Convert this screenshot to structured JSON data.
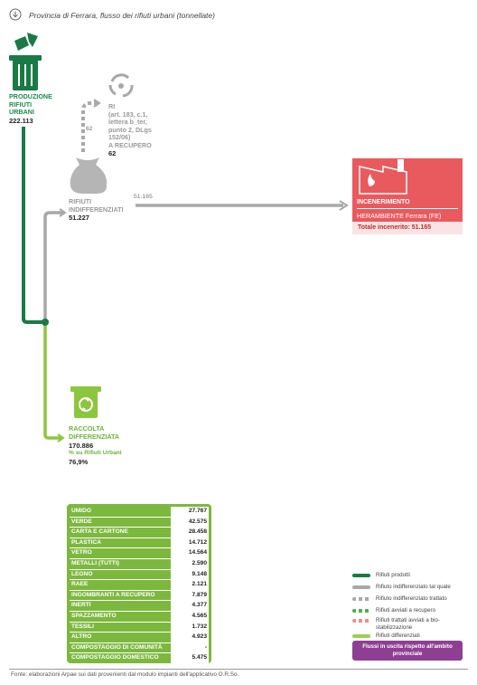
{
  "title": "Provincia di Ferrara, flusso dei rifiuti urbani (tonnellate)",
  "production": {
    "label_lines": [
      "PRODUZIONE",
      "RIFIUTI",
      "URBANI"
    ],
    "value": "222.113"
  },
  "recovery": {
    "label_lines": [
      "RI",
      "(art. 183, c.1,",
      "lettera b_ter,",
      "punto 2, DLgs",
      "152/06)",
      "A RECUPERO"
    ],
    "value": "62",
    "flow_value": "62"
  },
  "undifferentiated": {
    "label_lines": [
      "RIFIUTI",
      "INDIFFERENZIATI"
    ],
    "value": "51.227",
    "flow_value": "51.165"
  },
  "incineration": {
    "label": "INCENERIMENTO",
    "plant": "HERAMBIENTE Ferrara (FE)",
    "total": "Totale incenerito: 51.165"
  },
  "separate": {
    "label_lines": [
      "RACCOLTA",
      "DIFFERENZIATA"
    ],
    "value": "170.886",
    "pct_label": "% su Rifiuti Urbani",
    "pct_value": "76,9%"
  },
  "table": [
    {
      "name": "UMIDO",
      "value": "27.767"
    },
    {
      "name": "VERDE",
      "value": "42.575"
    },
    {
      "name": "CARTA E CARTONE",
      "value": "28.458"
    },
    {
      "name": "PLASTICA",
      "value": "14.712"
    },
    {
      "name": "VETRO",
      "value": "14.564"
    },
    {
      "name": "METALLI (TUTTI)",
      "value": "2.590"
    },
    {
      "name": "LEGNO",
      "value": "9.148"
    },
    {
      "name": "RAEE",
      "value": "2.121"
    },
    {
      "name": "INGOMBRANTI A RECUPERO",
      "value": "7.879"
    },
    {
      "name": "INERTI",
      "value": "4.377"
    },
    {
      "name": "SPAZZAMENTO",
      "value": "4.565"
    },
    {
      "name": "TESSILI",
      "value": "1.732"
    },
    {
      "name": "ALTRO",
      "value": "4.923"
    },
    {
      "name": "COMPOSTAGGIO DI COMUNITÀ",
      "value": "-"
    },
    {
      "name": "COMPOSTAGGIO DOMESTICO",
      "value": "5.475"
    }
  ],
  "legend": [
    {
      "label": "Rifiuti prodotti",
      "color": "#1a7a45",
      "style": "solid"
    },
    {
      "label": "Rifiuto indifferenziato tal quale",
      "color": "#a8a8a8",
      "style": "solid"
    },
    {
      "label": "Rifiuto indifferenziato trattato",
      "color": "#a8a8a8",
      "style": "dotted"
    },
    {
      "label": "Rifiuti avviati a recupero",
      "color": "#4caf50",
      "style": "dotted"
    },
    {
      "label": "Rifiuti trattati avviati a bio-stabilizzazione",
      "color": "#e89090",
      "style": "dotted"
    },
    {
      "label": "Rifiuti differenziati",
      "color": "#9bcf53",
      "style": "solid"
    }
  ],
  "legend_out": "Flussi in uscita rispetto all'ambito provinciale",
  "source": "Fonte: elaborazioni Arpae sui dati provenienti dal modulo impianti dell'applicativo O.R.So.",
  "colors": {
    "dark_green": "#1a7a45",
    "grey": "#a8a8a8",
    "light_green": "#8cc63f",
    "red": "#e85a5e",
    "purple": "#8e3f93"
  }
}
